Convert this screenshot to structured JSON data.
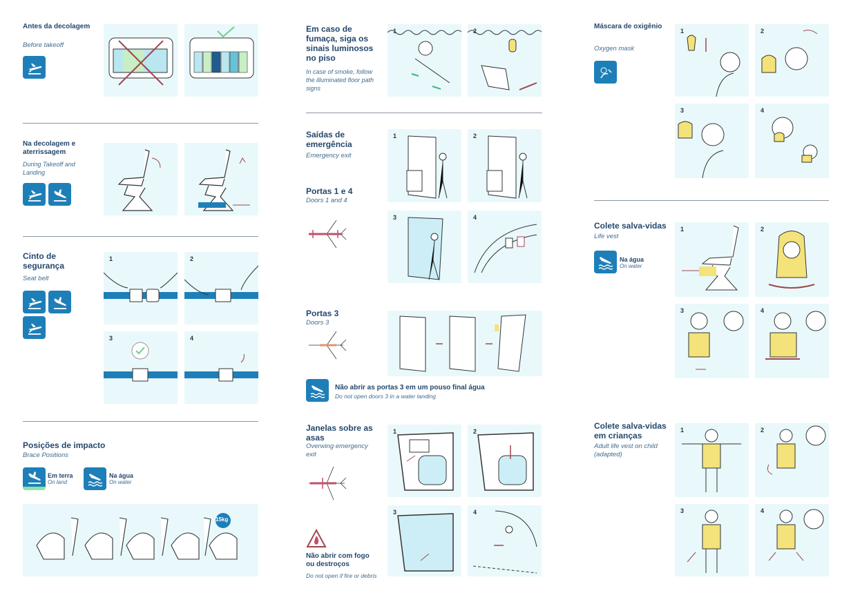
{
  "col1": {
    "before_takeoff": {
      "title": "Antes da decolagem",
      "subtitle": "Before takeoff"
    },
    "takeoff_landing": {
      "title": "Na decolagem e aterrissagem",
      "subtitle": "During Takeoff and Landing"
    },
    "seat_belt": {
      "title": "Cinto de segurança",
      "subtitle": "Seat belt",
      "steps": [
        "1",
        "2",
        "3",
        "4"
      ]
    },
    "brace": {
      "title": "Posições de impacto",
      "subtitle": "Brace Positions",
      "land_label": "Em terra",
      "land_sub": "On land",
      "water_label": "Na água",
      "water_sub": "On water",
      "weight_badge": "15kg"
    }
  },
  "col2": {
    "smoke": {
      "title": "Em caso de fumaça, siga os sinais luminosos no piso",
      "subtitle": "In case of smoke, follow the illuminated floor path signs",
      "steps": [
        "1",
        "2"
      ]
    },
    "exits": {
      "title": "Saídas de emergência",
      "subtitle": "Emergency exit",
      "steps": [
        "1",
        "2",
        "3",
        "4"
      ]
    },
    "doors14": {
      "title": "Portas 1 e 4",
      "subtitle": "Doors 1 and 4"
    },
    "doors3": {
      "title": "Portas 3",
      "subtitle": "Doors 3"
    },
    "water_warning": {
      "title": "Não abrir as portas 3 em um pouso final água",
      "subtitle": "Do not open doors 3 in a water landing"
    },
    "overwing": {
      "title": "Janelas sobre as asas",
      "subtitle": "Overwing emergency exit",
      "steps": [
        "1",
        "2",
        "3",
        "4"
      ]
    },
    "fire_warning": {
      "title": "Não abrir com fogo ou destroços",
      "subtitle": "Do not open if fire or debris"
    }
  },
  "col3": {
    "oxygen": {
      "title": "Máscara de oxigênio",
      "subtitle": "Oxygen mask",
      "steps": [
        "1",
        "2",
        "3",
        "4"
      ]
    },
    "life_vest": {
      "title": "Colete salva-vidas",
      "subtitle": "Life vest",
      "water_label": "Na água",
      "water_sub": "On water",
      "steps": [
        "1",
        "2",
        "3",
        "4"
      ]
    },
    "child_vest": {
      "title": "Colete salva-vidas em crianças",
      "subtitle": "Adult life vest on child (adapted)",
      "steps": [
        "1",
        "2",
        "3",
        "4"
      ]
    }
  },
  "colors": {
    "brand": "#1e7fb8",
    "panel": "#e9f8fb",
    "arrow": "#a0464f",
    "vest": "#f4e27a"
  }
}
